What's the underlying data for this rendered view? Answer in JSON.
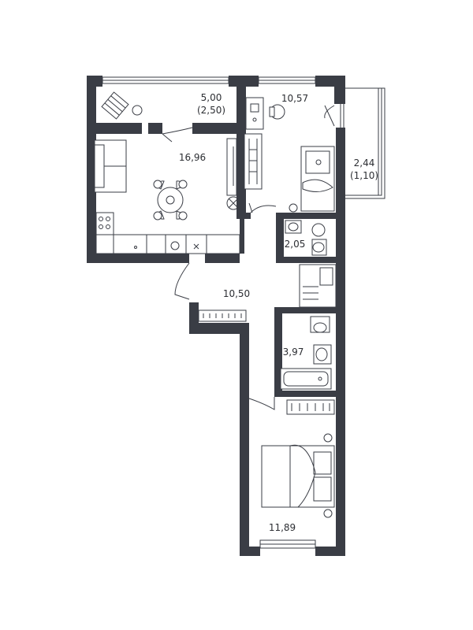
{
  "rooms": {
    "loggia_top": {
      "area": "5,00",
      "area_reduced": "(2,50)"
    },
    "living_kitchen": {
      "area": "16,96"
    },
    "bedroom_top": {
      "area": "10,57"
    },
    "balcony_right": {
      "area": "2,44",
      "area_reduced": "(1,10)"
    },
    "bathroom_small": {
      "area": "2,05"
    },
    "hallway": {
      "area": "10,50"
    },
    "bathroom_large": {
      "area": "3,97"
    },
    "bedroom_bottom": {
      "area": "11,89"
    }
  }
}
